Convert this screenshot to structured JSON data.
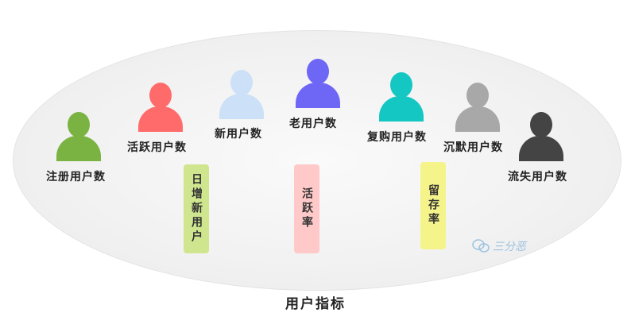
{
  "metrics": [
    {
      "id": "registered",
      "label": "注册用户数",
      "color": "#7bb342"
    },
    {
      "id": "active",
      "label": "活跃用户数",
      "color": "#ff6b6b"
    },
    {
      "id": "new",
      "label": "新用户数",
      "color": "#cce1f7"
    },
    {
      "id": "old",
      "label": "老用户数",
      "color": "#6e67f5"
    },
    {
      "id": "repurchase",
      "label": "复购用户数",
      "color": "#14c7c3"
    },
    {
      "id": "silent",
      "label": "沉默用户数",
      "color": "#a8a8a8"
    },
    {
      "id": "churn",
      "label": "流失用户数",
      "color": "#444444"
    }
  ],
  "derived": [
    {
      "id": "daily_new",
      "label": "日增新用户",
      "color": "#cfe68f"
    },
    {
      "id": "active_rate",
      "label": "活跃率",
      "color": "#ffc9c9"
    },
    {
      "id": "retention",
      "label": "留存率",
      "color": "#f4f48a"
    }
  ],
  "footer_title": "用户指标",
  "watermark_text": "三分恶"
}
